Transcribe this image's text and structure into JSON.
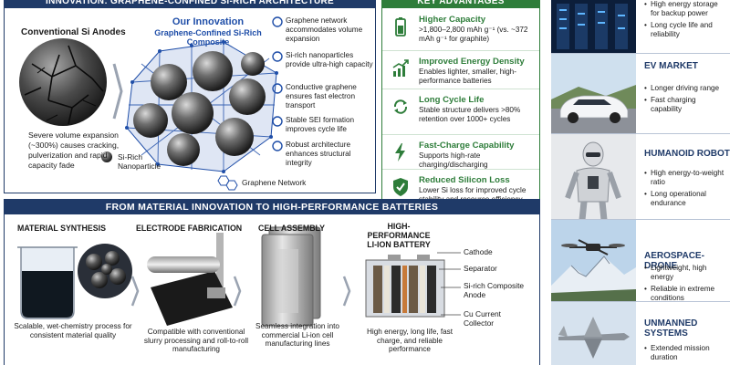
{
  "innovation": {
    "banner": "INNOVATION: GRAPHENE-CONFINED SI-RICH ARCHITECTURE",
    "conventional": {
      "title": "Conventional Si Anodes",
      "description": "Severe volume expansion (~300%) causes cracking, pulverization and rapid capacity fade"
    },
    "ours": {
      "title": "Our Innovation",
      "subtitle": "Graphene-Confined Si-Rich Composite"
    },
    "features": [
      "Graphene network accommodates volume expansion",
      "Si-rich nanoparticles provide ultra-high capacity",
      "Conductive graphene ensures fast electron transport",
      "Stable SEI formation improves cycle life",
      "Robust architecture enhances structural integrity"
    ],
    "legend": {
      "particle": "Si-Rich Nanoparticle",
      "network": "Graphene Network"
    }
  },
  "advantages": {
    "banner": "KEY ADVANTAGES",
    "items": [
      {
        "icon": "battery-icon",
        "title": "Higher Capacity",
        "text": ">1,800–2,800 mAh g⁻¹ (vs. ~372 mAh g⁻¹ for graphite)"
      },
      {
        "icon": "rising-chart-icon",
        "title": "Improved Energy Density",
        "text": "Enables lighter, smaller, high-performance batteries"
      },
      {
        "icon": "cycle-arrows-icon",
        "title": "Long Cycle Life",
        "text": "Stable structure delivers >80% retention over 1000+ cycles"
      },
      {
        "icon": "lightning-icon",
        "title": "Fast-Charge Capability",
        "text": "Supports high-rate charging/discharging"
      },
      {
        "icon": "shield-check-icon",
        "title": "Reduced Silicon Loss",
        "text": "Lower Si loss for improved cycle stability and resource efficiency"
      }
    ]
  },
  "process": {
    "banner": "FROM MATERIAL INNOVATION TO HIGH-PERFORMANCE BATTERIES",
    "steps": [
      {
        "title": "MATERIAL SYNTHESIS",
        "text": "Scalable, wet-chemistry process for consistent material quality"
      },
      {
        "title": "ELECTRODE FABRICATION",
        "text": "Compatible with conventional slurry processing and roll-to-roll manufacturing"
      },
      {
        "title": "CELL ASSEMBLY",
        "text": "Seamless integration into commercial Li-ion cell manufacturing lines"
      },
      {
        "title": "HIGH-PERFORMANCE LI-ION BATTERY",
        "text": "High energy, long life, fast charge, and reliable performance"
      }
    ],
    "layers": [
      "Cathode",
      "Separator",
      "Si-rich Composite Anode",
      "Cu Current Collector"
    ]
  },
  "applications": [
    {
      "title": "",
      "bullets": [
        "High energy storage for backup power",
        "Long cycle life and reliability"
      ]
    },
    {
      "title": "EV MARKET",
      "bullets": [
        "Longer driving range",
        "Fast charging capability"
      ]
    },
    {
      "title": "HUMANOID ROBOT",
      "bullets": [
        "High energy-to-weight ratio",
        "Long operational endurance"
      ]
    },
    {
      "title": "AEROSPACE-DRONE",
      "bullets": [
        "Lightweight, high energy",
        "Reliable in extreme conditions"
      ]
    },
    {
      "title": "UNMANNED SYSTEMS",
      "bullets": [
        "Extended mission duration"
      ]
    }
  ],
  "colors": {
    "navy": "#1f3a68",
    "blue": "#1f4ea8",
    "green": "#2e7d3a"
  }
}
